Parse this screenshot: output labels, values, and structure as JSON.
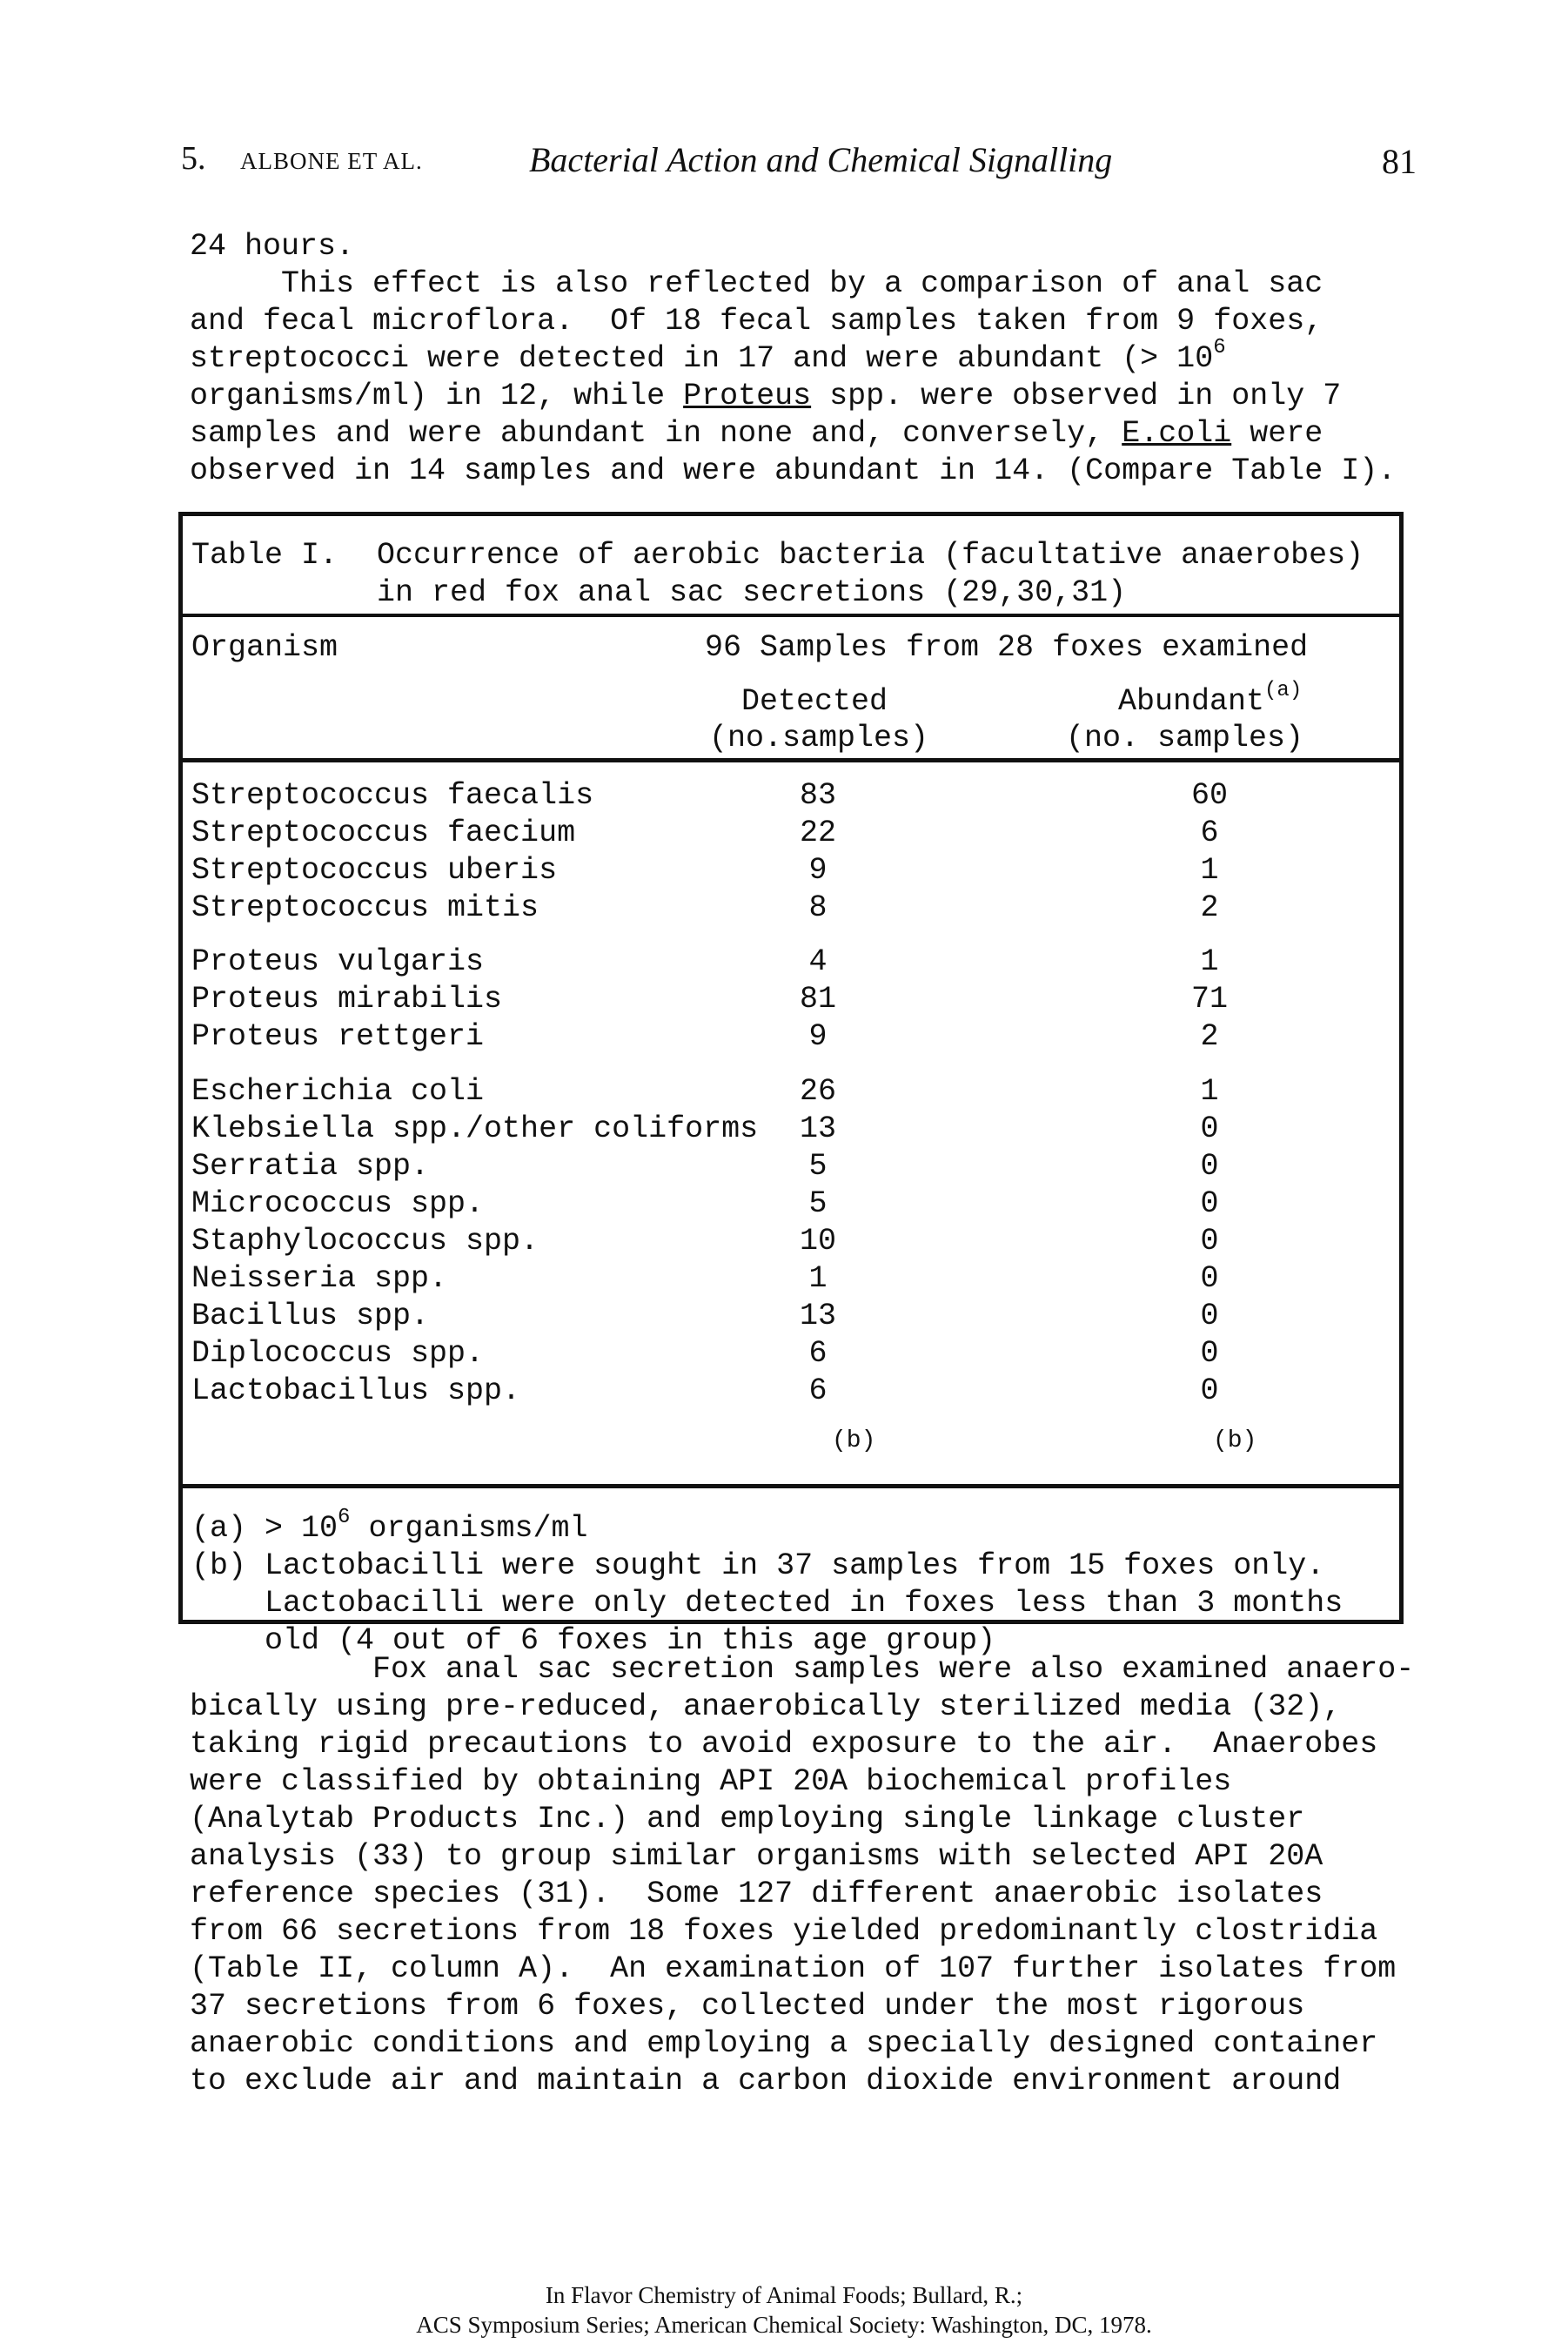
{
  "header": {
    "chapter": "5.",
    "authors": "ALBONE ET AL.",
    "title": "Bacterial Action and Chemical Signalling",
    "page_number": "81"
  },
  "intro": {
    "line1": "24 hours.",
    "line2": "     This effect is also reflected by a comparison of anal sac",
    "line3": "and fecal microflora.  Of 18 fecal samples taken from 9 foxes,",
    "line4": "streptococci were detected in 17 and were abundant (> 10",
    "line4_sup": "6",
    "line5a": "organisms/ml) in 12, while ",
    "line5_ul": "Proteus",
    "line5b": " spp. were observed in only 7",
    "line6a": "samples and were abundant in none and, conversely, ",
    "line6_ul": "E.coli",
    "line6b": " were",
    "line7": "observed in 14 samples and were abundant in 14. (Compare Table I)."
  },
  "table": {
    "caption_label": "Table I.",
    "caption_line1": "Occurrence of aerobic bacteria (facultative anaerobes)",
    "caption_line2": "in red fox anal sac secretions (29,30,31)",
    "col_organism": "Organism",
    "col_group": "96 Samples from 28 foxes examined",
    "col_detected": "Detected",
    "col_abundant": "Abundant",
    "col_abundant_mark": "(a)",
    "col_detected_unit": "(no.samples)",
    "col_abundant_unit": "(no. samples)",
    "rows": [
      {
        "organism": "Streptococcus faecalis",
        "detected": "83",
        "abundant": "60"
      },
      {
        "organism": "Streptococcus faecium",
        "detected": "22",
        "abundant": "6"
      },
      {
        "organism": "Streptococcus uberis",
        "detected": "9",
        "abundant": "1"
      },
      {
        "organism": "Streptococcus mitis",
        "detected": "8",
        "abundant": "2"
      },
      {
        "organism": "Proteus vulgaris",
        "detected": "4",
        "abundant": "1"
      },
      {
        "organism": "Proteus mirabilis",
        "detected": "81",
        "abundant": "71"
      },
      {
        "organism": "Proteus rettgeri",
        "detected": "9",
        "abundant": "2"
      },
      {
        "organism": "Escherichia coli",
        "detected": "26",
        "abundant": "1"
      },
      {
        "organism": "Klebsiella spp./other coliforms",
        "detected": "13",
        "abundant": "0"
      },
      {
        "organism": "Serratia spp.",
        "detected": "5",
        "abundant": "0"
      },
      {
        "organism": "Micrococcus spp.",
        "detected": "5",
        "abundant": "0"
      },
      {
        "organism": "Staphylococcus spp.",
        "detected": "10",
        "abundant": "0"
      },
      {
        "organism": "Neisseria spp.",
        "detected": "1",
        "abundant": "0"
      },
      {
        "organism": "Bacillus spp.",
        "detected": "13",
        "abundant": "0"
      },
      {
        "organism": "Diplococcus spp.",
        "detected": "6",
        "abundant": "0"
      },
      {
        "organism": "Lactobacillus spp.",
        "detected": "6",
        "abundant": "0"
      }
    ],
    "footnote_mark_b": "(b)",
    "footnote_a_prefix": "(a) > 10",
    "footnote_a_sup": "6",
    "footnote_a_suffix": " organisms/ml",
    "footnote_b_line1": "(b) Lactobacilli were sought in 37 samples from 15 foxes only.",
    "footnote_b_line2": "    Lactobacilli were only detected in foxes less than 3 months",
    "footnote_b_line3": "    old (4 out of 6 foxes in this age group)"
  },
  "body": {
    "lines": [
      "          Fox anal sac secretion samples were also examined anaero-",
      "bically using pre-reduced, anaerobically sterilized media (32),",
      "taking rigid precautions to avoid exposure to the air.  Anaerobes",
      "were classified by obtaining API 20A biochemical profiles",
      "(Analytab Products Inc.) and employing single linkage cluster",
      "analysis (33) to group similar organisms with selected API 20A",
      "reference species (31).  Some 127 different anaerobic isolates",
      "from 66 secretions from 18 foxes yielded predominantly clostridia",
      "(Table II, column A).  An examination of 107 further isolates from",
      "37 secretions from 6 foxes, collected under the most rigorous",
      "anaerobic conditions and employing a specially designed container",
      "to exclude air and maintain a carbon dioxide environment around"
    ]
  },
  "footer": {
    "line1": "In Flavor Chemistry of Animal Foods; Bullard, R.;",
    "line2": "ACS Symposium Series; American Chemical Society: Washington, DC, 1978."
  }
}
